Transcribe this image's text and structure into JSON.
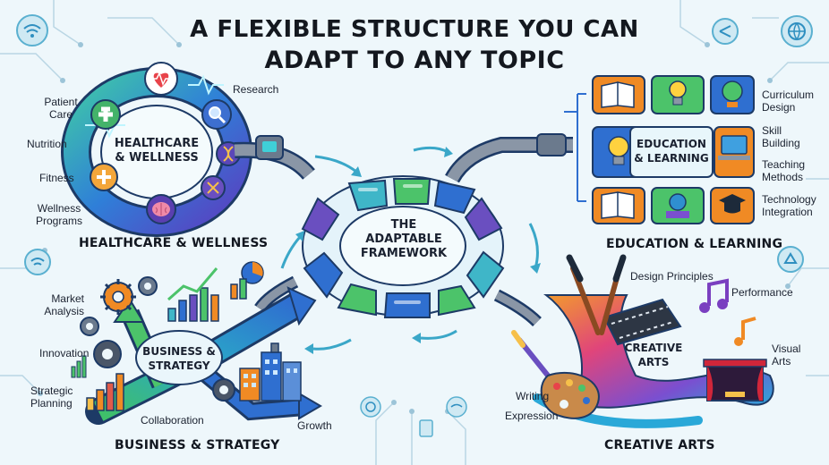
{
  "title": {
    "line1": "A FLEXIBLE STRUCTURE YOU CAN",
    "line2": "ADAPT TO ANY TOPIC"
  },
  "center": {
    "line1": "THE",
    "line2": "ADAPTABLE",
    "line3": "FRAMEWORK"
  },
  "healthcare": {
    "inner_line1": "HEALTHCARE",
    "inner_line2": "& WELLNESS",
    "caption": "HEALTHCARE & WELLNESS",
    "labels": {
      "patient_care_1": "Patient",
      "patient_care_2": "Care",
      "nutrition": "Nutrition",
      "fitness": "Fitness",
      "wellness_1": "Wellness",
      "wellness_2": "Programs",
      "research": "Research"
    }
  },
  "education": {
    "inner_line1": "EDUCATION",
    "inner_line2": "& LEARNING",
    "caption": "EDUCATION & LEARNING",
    "labels": {
      "curriculum_1": "Curriculum",
      "curriculum_2": "Design",
      "skill_1": "Skill",
      "skill_2": "Building",
      "teaching_1": "Teaching",
      "teaching_2": "Methods",
      "technology_1": "Technology",
      "technology_2": "Integration"
    }
  },
  "business": {
    "inner_line1": "BUSINESS &",
    "inner_line2": "STRATEGY",
    "caption": "BUSINESS & STRATEGY",
    "labels": {
      "market_1": "Market",
      "market_2": "Analysis",
      "innovation": "Innovation",
      "strategic_1": "Strategic",
      "strategic_2": "Planning",
      "collaboration": "Collaboration",
      "growth": "Growth"
    }
  },
  "creative": {
    "inner_line1": "CREATIVE",
    "inner_line2": "ARTS",
    "caption": "CREATIVE ARTS",
    "labels": {
      "design": "Design Principles",
      "performance": "Performance",
      "visual_1": "Visual",
      "visual_2": "Arts",
      "writing": "Writing",
      "expression": "Expression"
    }
  },
  "colors": {
    "background": "#eef7fb",
    "teal": "#3fb6b0",
    "blue": "#2f6fd0",
    "green": "#4cc36a",
    "purple": "#6a4fc0",
    "orange": "#f08a24",
    "frame_gray": "#8a96a6"
  },
  "icons": [
    "wifi-icon",
    "heart-monitor-icon",
    "medical-cross-icon",
    "magnifier-icon",
    "dna-icon",
    "apple-icon",
    "brain-icon",
    "book-icon",
    "lightbulb-icon",
    "globe-icon",
    "laptop-icon",
    "graduation-cap-icon",
    "gear-icon",
    "bar-chart-icon",
    "pie-chart-icon",
    "building-icon",
    "paint-palette-icon",
    "paintbrush-icon",
    "film-strip-icon",
    "music-note-icon",
    "stage-icon"
  ]
}
